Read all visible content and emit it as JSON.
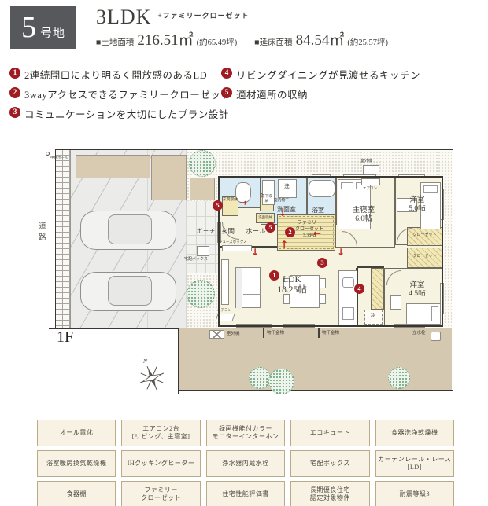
{
  "header": {
    "lot_number": "5",
    "lot_suffix": "号地",
    "plan_type": "3LDK",
    "plan_suffix": "+ファミリークローゼット",
    "land_label": "■土地面積",
    "land_value": "216.51㎡",
    "land_note": "(約65.49坪)",
    "floor_label": "■延床面積",
    "floor_value": "84.54㎡",
    "floor_note": "(約25.57坪)"
  },
  "features": [
    {
      "num": "1",
      "text": "2連続開口により明るく開放感のあるLD"
    },
    {
      "num": "2",
      "text": "3wayアクセスできるファミリークローゼット"
    },
    {
      "num": "3",
      "text": "コミュニケーションを大切にしたプラン設計"
    },
    {
      "num": "4",
      "text": "リビングダイニングが見渡せるキッチン"
    },
    {
      "num": "5",
      "text": "適材適所の収納"
    }
  ],
  "plan": {
    "floor": "1F",
    "road": "道路",
    "north": "N",
    "pole": "中継ポール",
    "porch": "ポーチ",
    "entrance": "玄関",
    "hall": "ホール",
    "shoebox": "シューズボックス",
    "entrance_storage": "玄関収納",
    "underfloor_storage": "床下収納",
    "wash_storage": "洗面収納",
    "washroom": "洗面室",
    "washer": "洗",
    "indoor_drying": "室内物干",
    "bath": "浴室",
    "family_closet": "ファミリー\nクローゼット\n3.38帖",
    "master": "主寝室\n6.0帖",
    "west5": "洋室\n5.0帖",
    "west45": "洋室\n4.5帖",
    "closet": "クローゼット",
    "ldk": "LDK\n18.25帖",
    "aircon": "エアコン",
    "outdoor_unit": "室外機",
    "laundry": "物干金物",
    "faucet": "立水栓",
    "delivery": "宅配ボックス",
    "fridge": "冷",
    "markers": {
      "one": "1",
      "two": "2",
      "three": "3",
      "four": "4",
      "five": "5"
    }
  },
  "tags": [
    "オール電化",
    "エアコン2台\n[リビング、主寝室]",
    "録画機能付カラー\nモニターインターホン",
    "エコキュート",
    "食器洗浄乾燥機",
    "浴室暖房換気乾燥機",
    "IHクッキングヒーター",
    "浄水器内蔵水栓",
    "宅配ボックス",
    "カーテンレール・レース\n[LD]",
    "食器棚",
    "ファミリー\nクローゼット",
    "住宅性能評価書",
    "長期優良住宅\n認定対象物件",
    "耐震等級3"
  ],
  "colors": {
    "accent_red": "#a31d22",
    "lot_box_gray": "#57585b",
    "wall_gray": "#3a3733",
    "room_cream": "#f7f3e1",
    "wet_blue": "#d8eaf3",
    "storage_yellow": "#f1e8b6",
    "garden_tan": "#d5c8b0",
    "tag_bg": "#f7f2e3",
    "tag_border": "#bca988"
  }
}
